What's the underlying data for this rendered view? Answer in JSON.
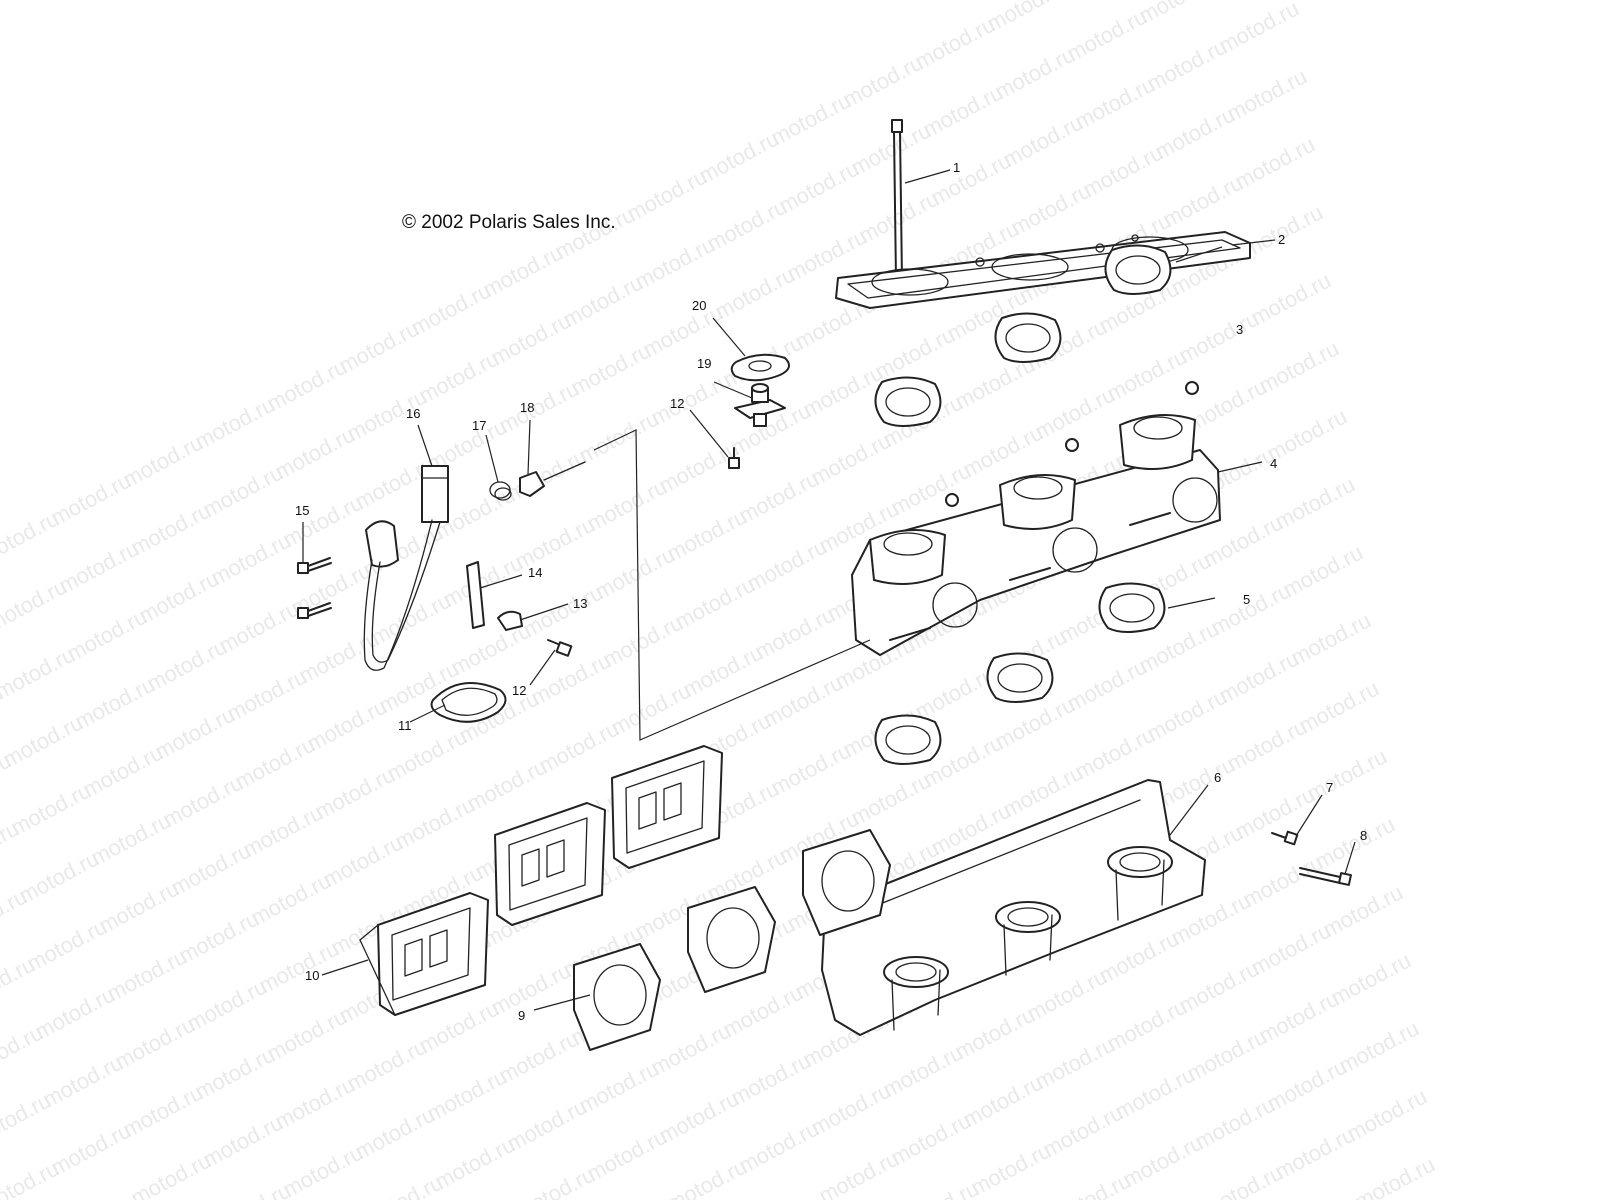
{
  "copyright": "© 2002 Polaris Sales Inc.",
  "watermark_text": "motod.ru",
  "callouts": {
    "c1": "1",
    "c2": "2",
    "c3": "3",
    "c4": "4",
    "c5": "5",
    "c6": "6",
    "c7": "7",
    "c8": "8",
    "c9": "9",
    "c10": "10",
    "c11": "11",
    "c12a": "12",
    "c12b": "12",
    "c13": "13",
    "c14": "14",
    "c15": "15",
    "c16": "16",
    "c17": "17",
    "c18": "18",
    "c19": "19",
    "c20": "20"
  }
}
